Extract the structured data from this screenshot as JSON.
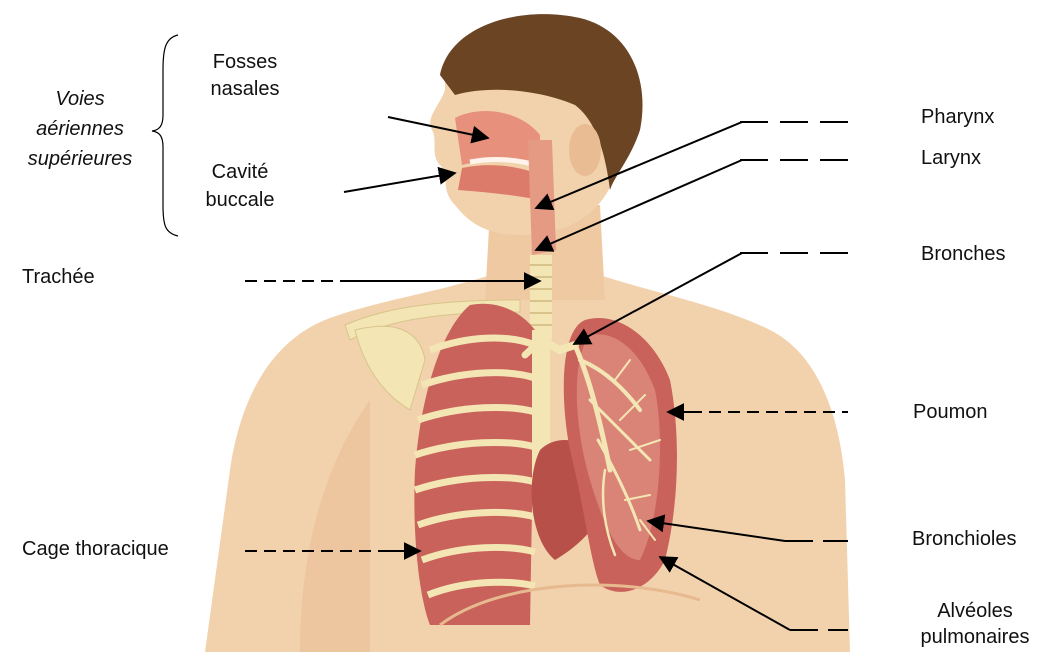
{
  "group_label": [
    "Voies",
    "aériennes",
    "supérieures"
  ],
  "labels": {
    "fosses_nasales": [
      "Fosses",
      "nasales"
    ],
    "cavite_buccale": [
      "Cavité",
      "buccale"
    ],
    "trachee": "Trachée",
    "cage_thoracique": "Cage thoracique",
    "pharynx": "Pharynx",
    "larynx": "Larynx",
    "bronches": "Bronches",
    "poumon": "Poumon",
    "bronchioles": "Bronchioles",
    "alveoles": [
      "Alvéoles",
      "pulmonaires"
    ]
  },
  "colors": {
    "skin": "#f2d2ad",
    "skin_shadow": "#e6b98f",
    "hair": "#6b4424",
    "lung": "#c9625a",
    "lung_light": "#e7a08f",
    "bone": "#f3e6b4",
    "airway": "#e59a84",
    "line": "#000000"
  }
}
